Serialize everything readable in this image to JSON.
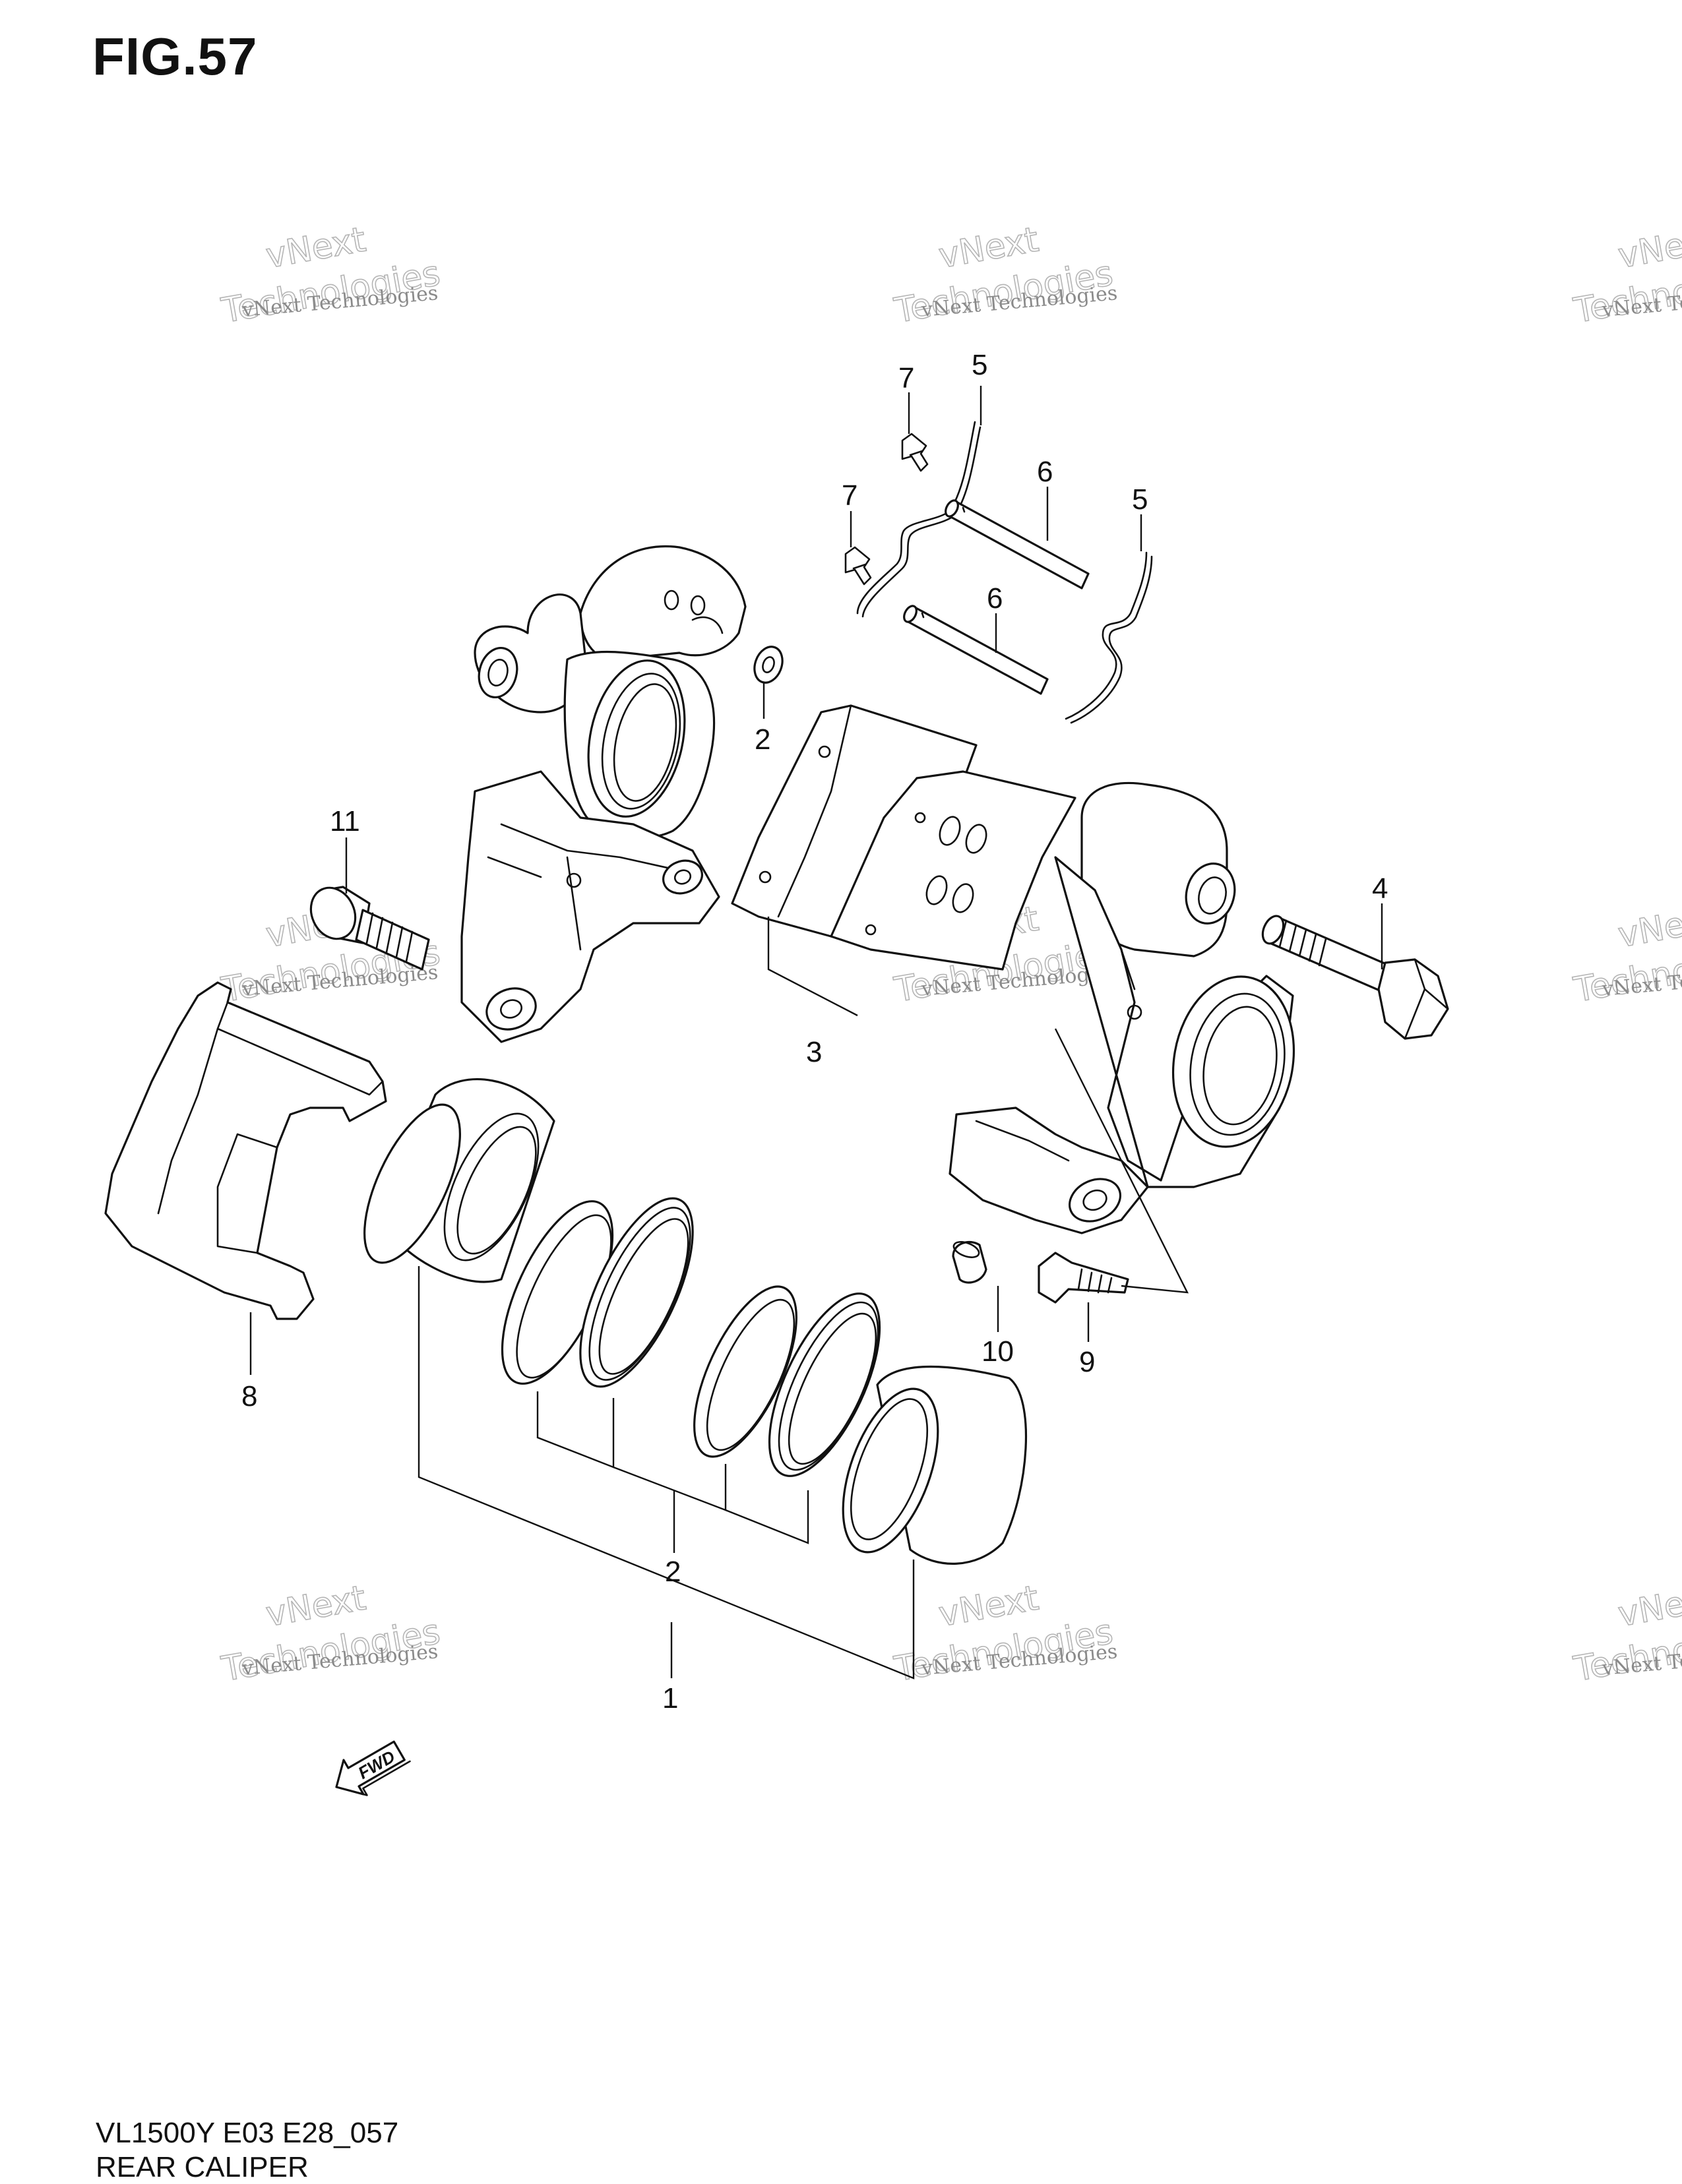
{
  "figure_title": "FIG.57",
  "footer": {
    "model_code": "VL1500Y E03 E28_057",
    "section_name": "REAR CALIPER"
  },
  "fwd_badge": "FWD",
  "watermark": {
    "line1": "vNext Technologies",
    "line2": "Technologies",
    "line3": "vNext"
  },
  "callouts": [
    "1",
    "2",
    "2",
    "3",
    "4",
    "5",
    "5",
    "6",
    "6",
    "7",
    "7",
    "8",
    "9",
    "10",
    "11"
  ]
}
